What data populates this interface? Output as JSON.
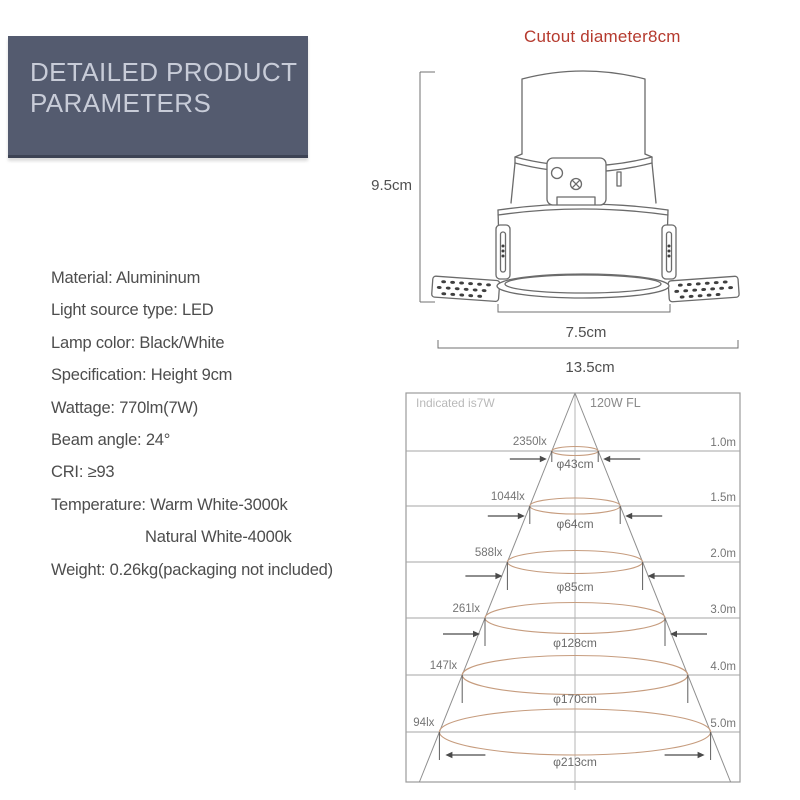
{
  "header": {
    "title_line1": "DETAILED PRODUCT",
    "title_line2": "PARAMETERS"
  },
  "cutout_label": "Cutout diameter8cm",
  "drawing": {
    "height_label": "9.5cm",
    "inner_width_label": "7.5cm",
    "outer_width_label": "13.5cm"
  },
  "specs": [
    {
      "text": "Material: Alumininum",
      "indent": false
    },
    {
      "text": "Light source type: LED",
      "indent": false
    },
    {
      "text": "Lamp color: Black/White",
      "indent": false
    },
    {
      "text": "Specification: Height 9cm",
      "indent": false
    },
    {
      "text": "Wattage: 770lm(7W)",
      "indent": false
    },
    {
      "text": "Beam angle: 24°",
      "indent": false
    },
    {
      "text": "CRI: ≥93",
      "indent": false
    },
    {
      "text": "Temperature: Warm White-3000k",
      "indent": false
    },
    {
      "text": "Natural White-4000k",
      "indent": true
    },
    {
      "text": "Weight: 0.26kg(packaging not included)",
      "indent": false
    }
  ],
  "beam_diagram": {
    "top_left_note": "Indicated is7W",
    "top_right_note": "120W FL",
    "levels": [
      {
        "lux": "2350lx",
        "distance": "1.0m",
        "diameter": "φ43cm"
      },
      {
        "lux": "1044lx",
        "distance": "1.5m",
        "diameter": "φ64cm"
      },
      {
        "lux": "588lx",
        "distance": "2.0m",
        "diameter": "φ85cm"
      },
      {
        "lux": "261lx",
        "distance": "3.0m",
        "diameter": "φ128cm"
      },
      {
        "lux": "147lx",
        "distance": "4.0m",
        "diameter": "φ170cm"
      },
      {
        "lux": "94lx",
        "distance": "5.0m",
        "diameter": "φ213cm"
      }
    ]
  },
  "colors": {
    "header_bg": "#545b6f",
    "accent_red": "#b53a2e",
    "beam_ellipse": "#c69c7e"
  }
}
